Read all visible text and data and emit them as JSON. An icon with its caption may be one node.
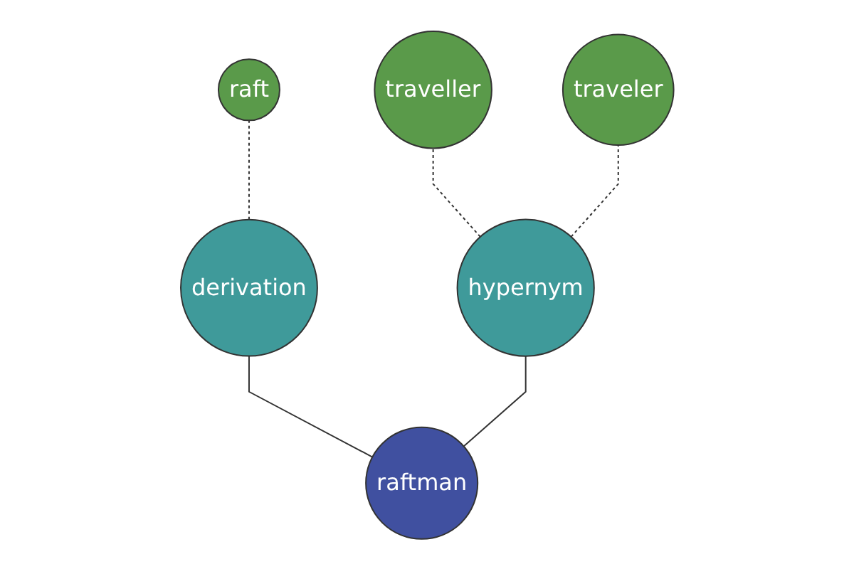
{
  "diagram": {
    "nodes": [
      {
        "text": [
          "raft"
        ]
      },
      {
        "text": [
          "traveller"
        ]
      },
      {
        "text": [
          "traveler"
        ]
      },
      {
        "text": [
          "derivation"
        ]
      },
      {
        "text": [
          "hypernym"
        ]
      },
      {
        "text": [
          "raftman"
        ]
      }
    ],
    "edges": [
      {
        "from": 5,
        "to": 3,
        "arrow": "none"
      },
      {
        "from": 5,
        "to": 4,
        "arrow": "none"
      },
      {
        "from": 3,
        "to": 0,
        "arrow": "none",
        "style": "dashed"
      },
      {
        "from": 4,
        "to": 1,
        "arrow": "none",
        "style": "dashed"
      },
      {
        "from": 4,
        "to": 2,
        "arrow": "none",
        "style": "dashed"
      }
    ]
  }
}
